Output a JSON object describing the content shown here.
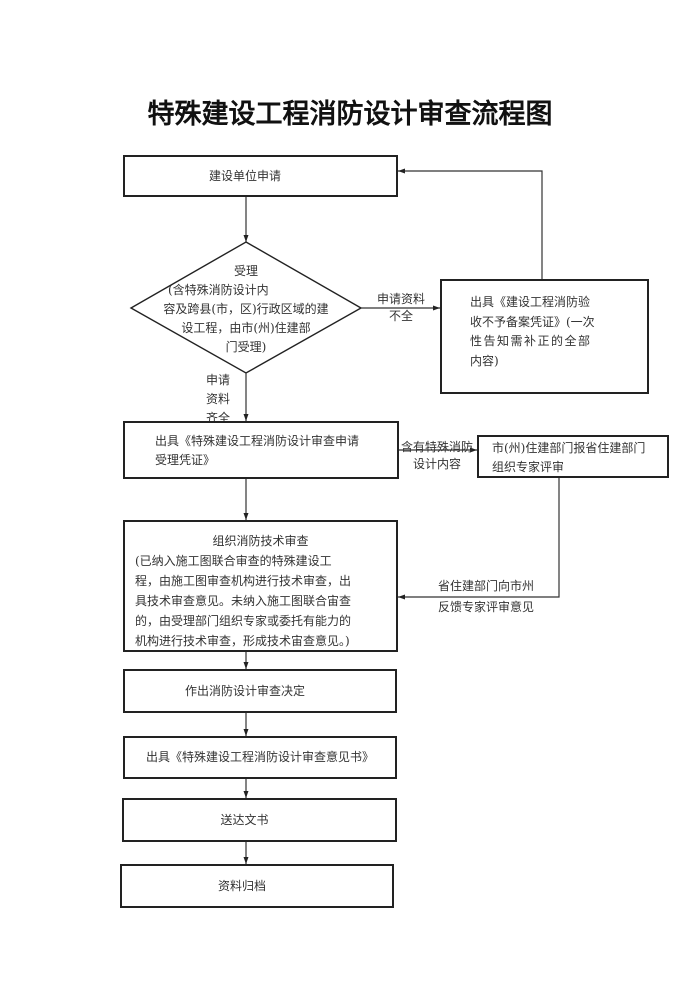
{
  "title": "特殊建设工程消防设计审查流程图",
  "nodes": {
    "apply": "建设单位申请",
    "accept": {
      "line1": "受理",
      "line2": "(含特殊消防设计内",
      "line3": "容及跨县(市，区)行政区域的建",
      "line4": "设工程，由市(州)住建部",
      "line5": "门受理)"
    },
    "incomplete_notice": {
      "line1": "出具《建设工程消防验",
      "line2": "收不予备案凭证》(一次",
      "line3": "性告知需补正的全部",
      "line4": "内容)"
    },
    "acceptance_certificate": {
      "line1": "出具《特殊建设工程消防设计审查申请",
      "line2": "受理凭证》"
    },
    "expert_review": {
      "line1": "市(州)住建部门报省住建部门",
      "line2": "组织专家评审"
    },
    "technical_review": {
      "heading": "组织消防技术审查",
      "line1": "(已纳入施工图联合审查的特殊建设工",
      "line2": "程，由施工图审查机构进行技术审查，出",
      "line3": "具技术审查意见。未纳入施工图联合宙查",
      "line4": "的，由受理部门组织专家或委托有能力的",
      "line5": "机构进行技术审查，形成技术宙查意见。)"
    },
    "decision": "作出消防设计审查决定",
    "opinion_letter": "出具《特殊建设工程消防设计审查意见书》",
    "deliver": "送达文书",
    "archive": "资料归档"
  },
  "edge_labels": {
    "incomplete": {
      "line1": "申请资料",
      "line2": "不全"
    },
    "complete": {
      "line1": "申请",
      "line2": "资料",
      "line3": "齐全"
    },
    "special_content": {
      "line1": "含有特殊消防",
      "line2": "设计内容"
    },
    "feedback": {
      "line1": "省住建部门向市州",
      "line2": "反馈专家评审意见"
    }
  }
}
